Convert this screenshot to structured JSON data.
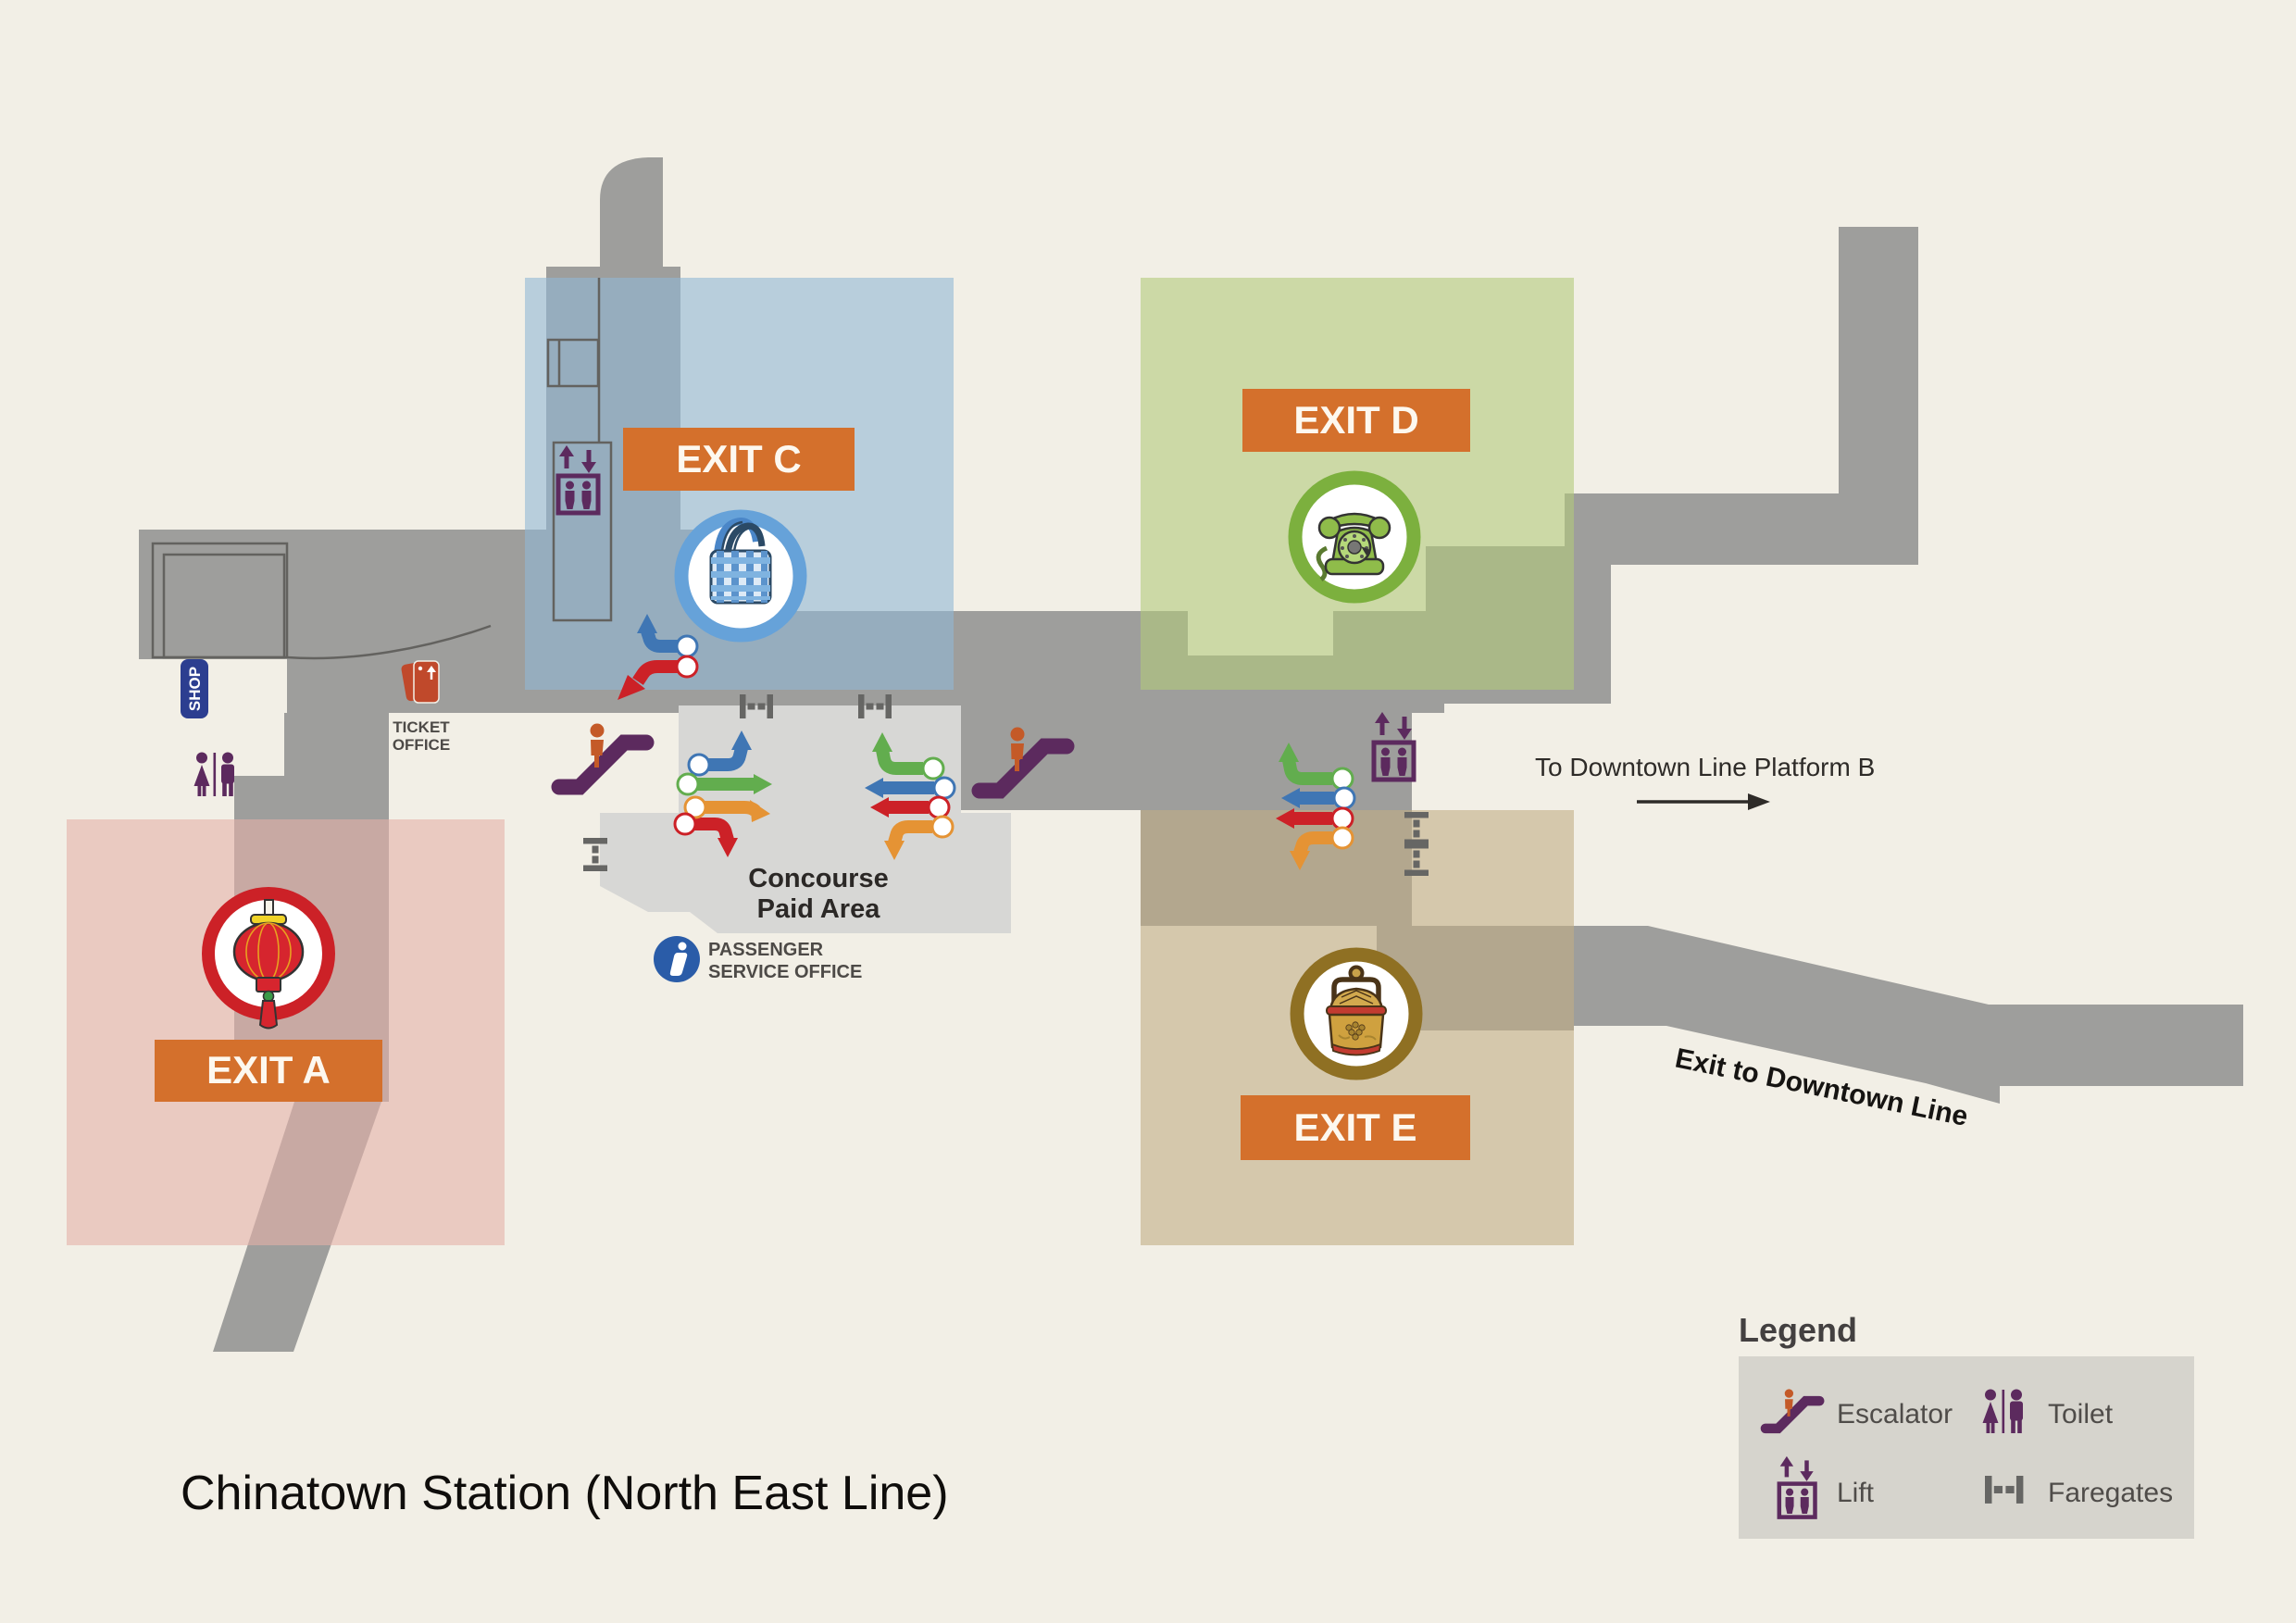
{
  "title": "Chinatown Station (North East Line)",
  "colors": {
    "background": "#f2efe6",
    "corridor_gray": "#9e9e9c",
    "paid_area_gray": "#d7d7d5",
    "exit_box_orange": "#d4702c",
    "purple_icon": "#5c2a5e",
    "orange_person": "#c45a28",
    "faregate_gray": "#666664",
    "info_blue": "#2a5ca8",
    "shop_blue": "#2c3e90",
    "ticket_red": "#c0492b",
    "arrow_blue": "#3f76b4",
    "arrow_green": "#62ad4e",
    "arrow_orange": "#e59334",
    "arrow_red": "#cc2127",
    "wall_line": "#63625f"
  },
  "exits": [
    {
      "id": "A",
      "label": "EXIT A",
      "icon": "lantern-icon",
      "zone_color": "#e5b0a9",
      "ring_color": "#cc2127"
    },
    {
      "id": "C",
      "label": "EXIT C",
      "icon": "market-bag-icon",
      "zone_color": "#91b8d6",
      "ring_color": "#66a2d9"
    },
    {
      "id": "D",
      "label": "EXIT D",
      "icon": "telephone-icon",
      "zone_color": "#b3c97b",
      "ring_color": "#7cb03e"
    },
    {
      "id": "E",
      "label": "EXIT E",
      "icon": "tiffin-basket-icon",
      "zone_color": "#c2ae85",
      "ring_color": "#8f7023"
    }
  ],
  "labels": {
    "shop": "SHOP",
    "ticket_office": [
      "TICKET",
      "OFFICE"
    ],
    "concourse": [
      "Concourse",
      "Paid Area"
    ],
    "passenger_service": [
      "PASSENGER",
      "SERVICE OFFICE"
    ],
    "to_downtown": "To Downtown Line Platform B",
    "exit_downtown": "Exit to Downtown Line"
  },
  "legend": {
    "title": "Legend",
    "items": [
      {
        "icon": "escalator-icon",
        "label": "Escalator"
      },
      {
        "icon": "toilet-icon",
        "label": "Toilet"
      },
      {
        "icon": "lift-icon",
        "label": "Lift"
      },
      {
        "icon": "faregates-icon",
        "label": "Faregates"
      }
    ]
  }
}
